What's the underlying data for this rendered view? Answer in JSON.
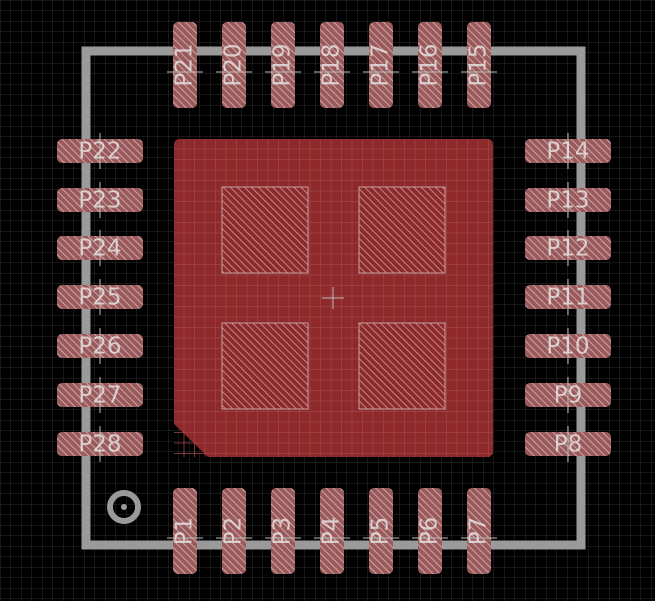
{
  "colors": {
    "background": "#000000",
    "grid": "#3a3a3a",
    "outline": "#9a9a9a",
    "pad_red": "#8e2a2b",
    "pad_hatch": "#c9a0a0",
    "label_text": "#e8e8e8"
  },
  "icons": {
    "origin": "crosshair-icon",
    "pin1": "pin1-marker-icon"
  },
  "pads": {
    "top": [
      "P21",
      "P20",
      "P19",
      "P18",
      "P17",
      "P16",
      "P15"
    ],
    "left": [
      "P22",
      "P23",
      "P24",
      "P25",
      "P26",
      "P27",
      "P28"
    ],
    "right": [
      "P14",
      "P13",
      "P12",
      "P11",
      "P10",
      "P9",
      "P8"
    ],
    "bottom": [
      "P1",
      "P2",
      "P3",
      "P4",
      "P5",
      "P6",
      "P7"
    ]
  }
}
